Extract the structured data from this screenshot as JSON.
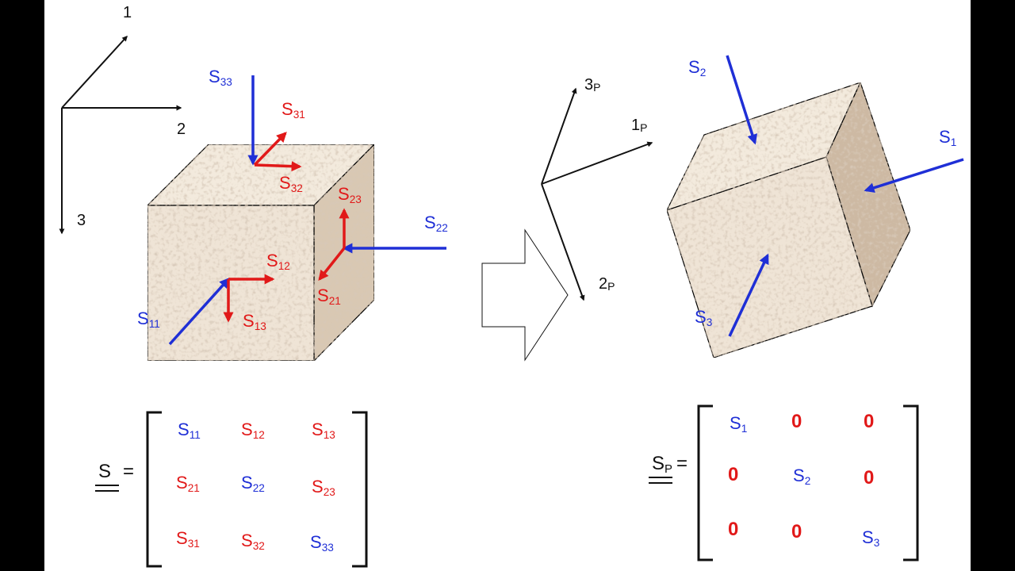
{
  "colors": {
    "normal": "#1f2fd6",
    "shear": "#e11919",
    "ink": "#111111",
    "cube_face": "#efe4d6",
    "speckle": "#b5a089",
    "background": "#ffffff",
    "frame": "#000000"
  },
  "axes_original": {
    "axis1": "1",
    "axis2": "2",
    "axis3": "3"
  },
  "axes_principal": {
    "axis1": "1",
    "axis2": "2",
    "axis3": "3",
    "suffix": "P"
  },
  "stress_labels": {
    "S11": {
      "base": "S",
      "sub": "11"
    },
    "S12": {
      "base": "S",
      "sub": "12"
    },
    "S13": {
      "base": "S",
      "sub": "13"
    },
    "S21": {
      "base": "S",
      "sub": "21"
    },
    "S22": {
      "base": "S",
      "sub": "22"
    },
    "S23": {
      "base": "S",
      "sub": "23"
    },
    "S31": {
      "base": "S",
      "sub": "31"
    },
    "S32": {
      "base": "S",
      "sub": "32"
    },
    "S33": {
      "base": "S",
      "sub": "33"
    },
    "S1": {
      "base": "S",
      "sub": "1"
    },
    "S2": {
      "base": "S",
      "sub": "2"
    },
    "S3": {
      "base": "S",
      "sub": "3"
    }
  },
  "tensor_full": {
    "symbol": "S",
    "equals": "=",
    "rows": [
      [
        {
          "base": "S",
          "sub": "11"
        },
        {
          "base": "S",
          "sub": "12"
        },
        {
          "base": "S",
          "sub": "13"
        }
      ],
      [
        {
          "base": "S",
          "sub": "21"
        },
        {
          "base": "S",
          "sub": "22"
        },
        {
          "base": "S",
          "sub": "23"
        }
      ],
      [
        {
          "base": "S",
          "sub": "31"
        },
        {
          "base": "S",
          "sub": "32"
        },
        {
          "base": "S",
          "sub": "33"
        }
      ]
    ]
  },
  "tensor_principal": {
    "symbol": "S",
    "symbol_sub": "P",
    "equals": "=",
    "rows": [
      [
        {
          "base": "S",
          "sub": "1"
        },
        {
          "base": "0",
          "sub": ""
        },
        {
          "base": "0",
          "sub": ""
        }
      ],
      [
        {
          "base": "0",
          "sub": ""
        },
        {
          "base": "S",
          "sub": "2"
        },
        {
          "base": "0",
          "sub": ""
        }
      ],
      [
        {
          "base": "0",
          "sub": ""
        },
        {
          "base": "0",
          "sub": ""
        },
        {
          "base": "S",
          "sub": "3"
        }
      ]
    ]
  }
}
